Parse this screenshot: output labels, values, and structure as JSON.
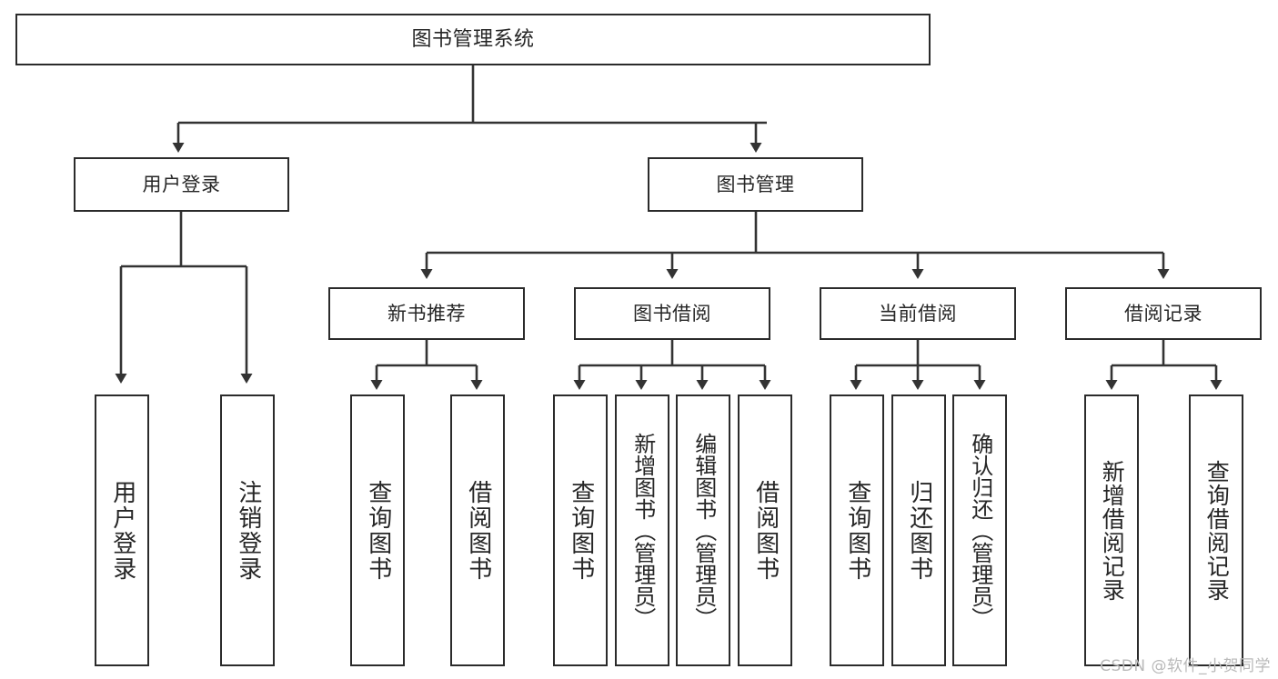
{
  "diagram": {
    "title": "图书管理系统",
    "type": "tree-hierarchy",
    "orientation": "top-down",
    "colors": {
      "background": "#ffffff",
      "node_fill": "#ffffff",
      "node_border": "#2b2b2b",
      "text": "#262626",
      "edge": "#333333",
      "watermark": "#b9b9b9"
    },
    "watermark": "CSDN @软件_小贺同学",
    "nodes": {
      "root": {
        "label": "图书管理系统",
        "text_direction": "horizontal"
      },
      "level1": [
        {
          "label": "用户登录",
          "text_direction": "horizontal"
        },
        {
          "label": "图书管理",
          "text_direction": "horizontal"
        }
      ],
      "level2": [
        {
          "label": "新书推荐",
          "text_direction": "horizontal"
        },
        {
          "label": "图书借阅",
          "text_direction": "horizontal"
        },
        {
          "label": "当前借阅",
          "text_direction": "horizontal"
        },
        {
          "label": "借阅记录",
          "text_direction": "horizontal"
        }
      ],
      "leaves": {
        "user_login": [
          {
            "label": "用户登录",
            "text_direction": "vertical"
          },
          {
            "label": "注销登录",
            "text_direction": "vertical"
          }
        ],
        "new_book_recommend": [
          {
            "label": "查询图书",
            "text_direction": "vertical"
          },
          {
            "label": "借阅图书",
            "text_direction": "vertical"
          }
        ],
        "book_borrow": [
          {
            "label": "查询图书",
            "text_direction": "vertical"
          },
          {
            "label": "新增图书（管理员）",
            "text_direction": "vertical"
          },
          {
            "label": "编辑图书（管理员）",
            "text_direction": "vertical"
          },
          {
            "label": "借阅图书",
            "text_direction": "vertical"
          }
        ],
        "current_borrow": [
          {
            "label": "查询图书",
            "text_direction": "vertical"
          },
          {
            "label": "归还图书",
            "text_direction": "vertical"
          },
          {
            "label": "确认归还（管理员）",
            "text_direction": "vertical"
          }
        ],
        "borrow_record": [
          {
            "label": "新增借阅记录",
            "text_direction": "vertical"
          },
          {
            "label": "查询借阅记录",
            "text_direction": "vertical"
          }
        ]
      }
    }
  }
}
